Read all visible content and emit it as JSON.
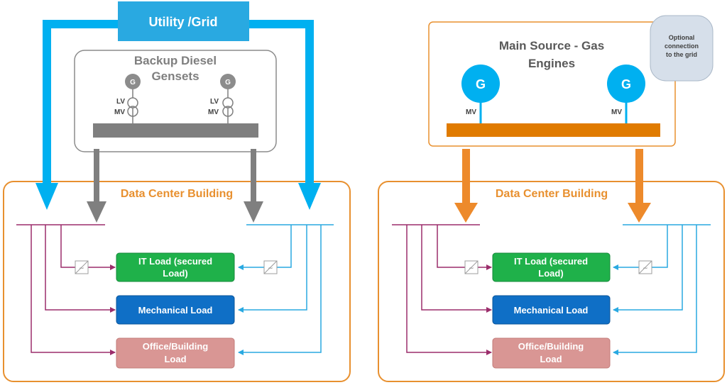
{
  "left": {
    "utility_label": "Utility /Grid",
    "backup_title_line1": "Backup  Diesel",
    "backup_title_line2": "Gensets",
    "genset_letter": "G",
    "lv_label": "LV",
    "mv_label": "MV",
    "building_title": "Data Center Building",
    "loads": {
      "it_line1": "IT Load (secured",
      "it_line2": "Load)",
      "mechanical": "Mechanical Load",
      "office_line1": "Office/Building",
      "office_line2": "Load"
    }
  },
  "right": {
    "main_title_line1": "Main Source - Gas",
    "main_title_line2": "Engines",
    "gen_letter": "G",
    "mv_label": "MV",
    "optional_line1": "Optional",
    "optional_line2": "connection",
    "optional_line3": "to the grid",
    "building_title": "Data Center Building",
    "loads": {
      "it_line1": "IT Load (secured",
      "it_line2": "Load)",
      "mechanical": "Mechanical Load",
      "office_line1": "Office/Building",
      "office_line2": "Load"
    }
  },
  "colors": {
    "utility_blue": "#00b0f0",
    "utility_box": "#29a9e1",
    "diesel_grey": "#7f7f7f",
    "gas_orange": "#ed8a2b",
    "orange_bus": "#e07b00",
    "frame_orange": "#e8902f",
    "bus_purple": "#9b2d6b",
    "bus_blue": "#29a9e1",
    "it_green": "#1fb14a",
    "mech_blue": "#0f6fc6",
    "office_pink": "#d99694"
  }
}
